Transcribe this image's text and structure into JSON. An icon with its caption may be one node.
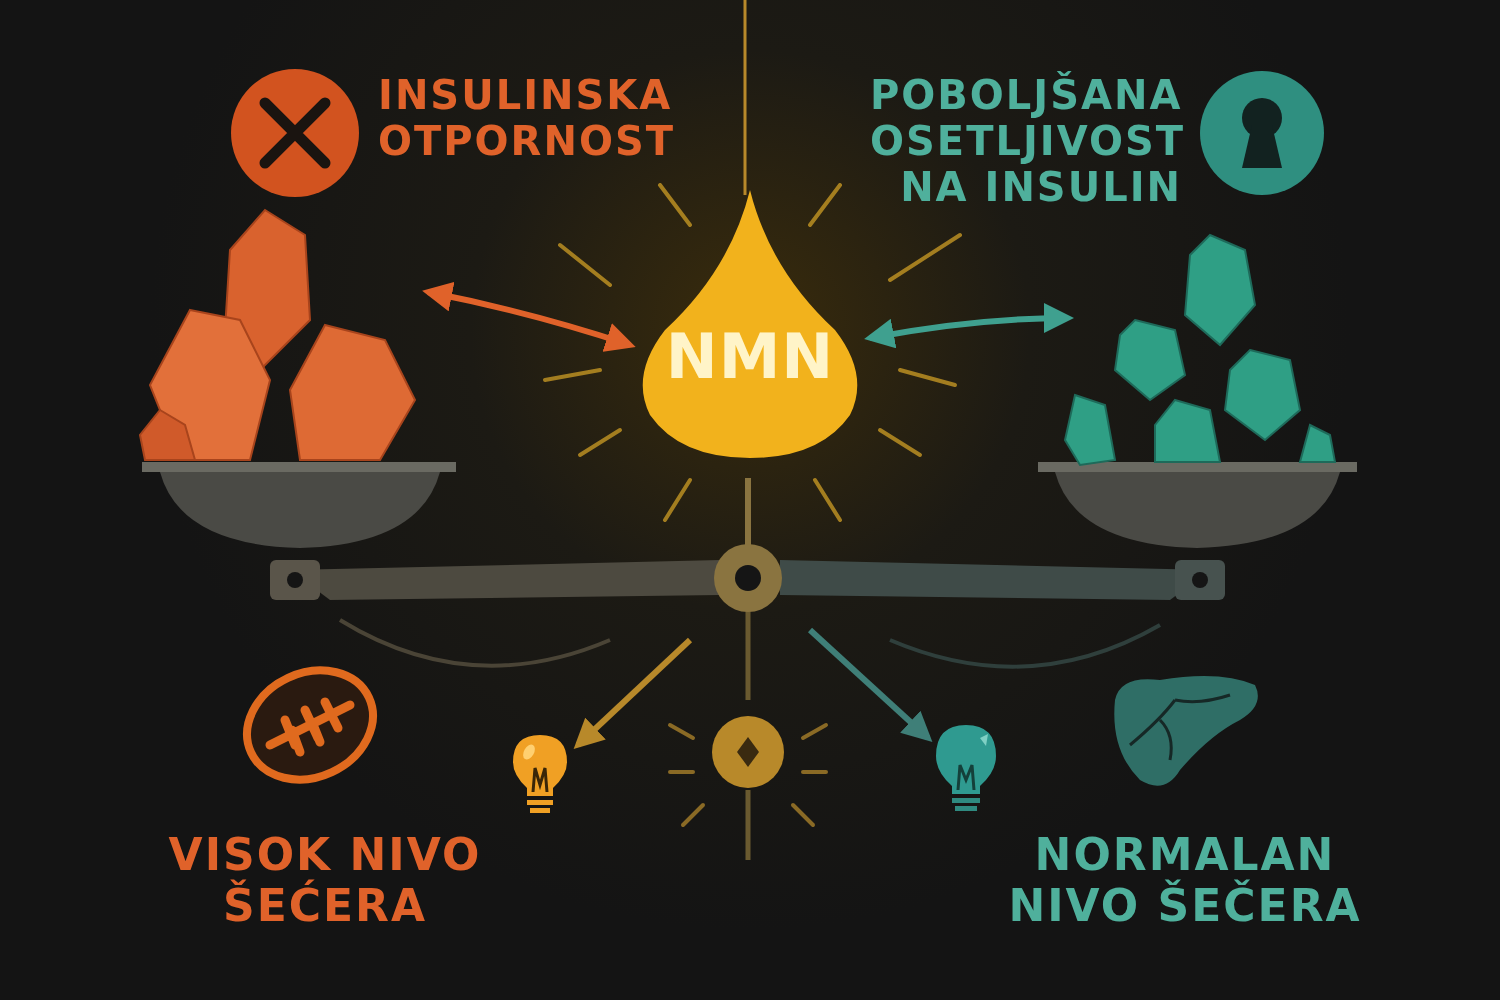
{
  "diagram": {
    "nodes": [
      {
        "text": [
          "NMN"
        ]
      },
      {
        "text": [],
        "shape": "picture"
      },
      {
        "text": [],
        "shape": "picture"
      },
      {
        "text": [],
        "shape": "picture"
      },
      {
        "text": [],
        "shape": "picture"
      }
    ],
    "edges": [
      {
        "from": 0,
        "to": 1,
        "arrow": "both",
        "color": "#e0622a"
      },
      {
        "from": 0,
        "to": 2,
        "arrow": "both",
        "color": "#3fa08f"
      },
      {
        "from": null,
        "to": 3,
        "arrow": "to",
        "color": "#b8892a"
      },
      {
        "from": null,
        "to": 4,
        "arrow": "to",
        "color": "#3f7f78"
      }
    ],
    "labels": [
      "INSULINSKA OTPORNOST",
      "POBOLJŠANA OSETLJIVOST NA INSULIN",
      "VISOK NIVO ŠEĆERA",
      "NORMALAN NIVO ŠEČERA"
    ]
  }
}
